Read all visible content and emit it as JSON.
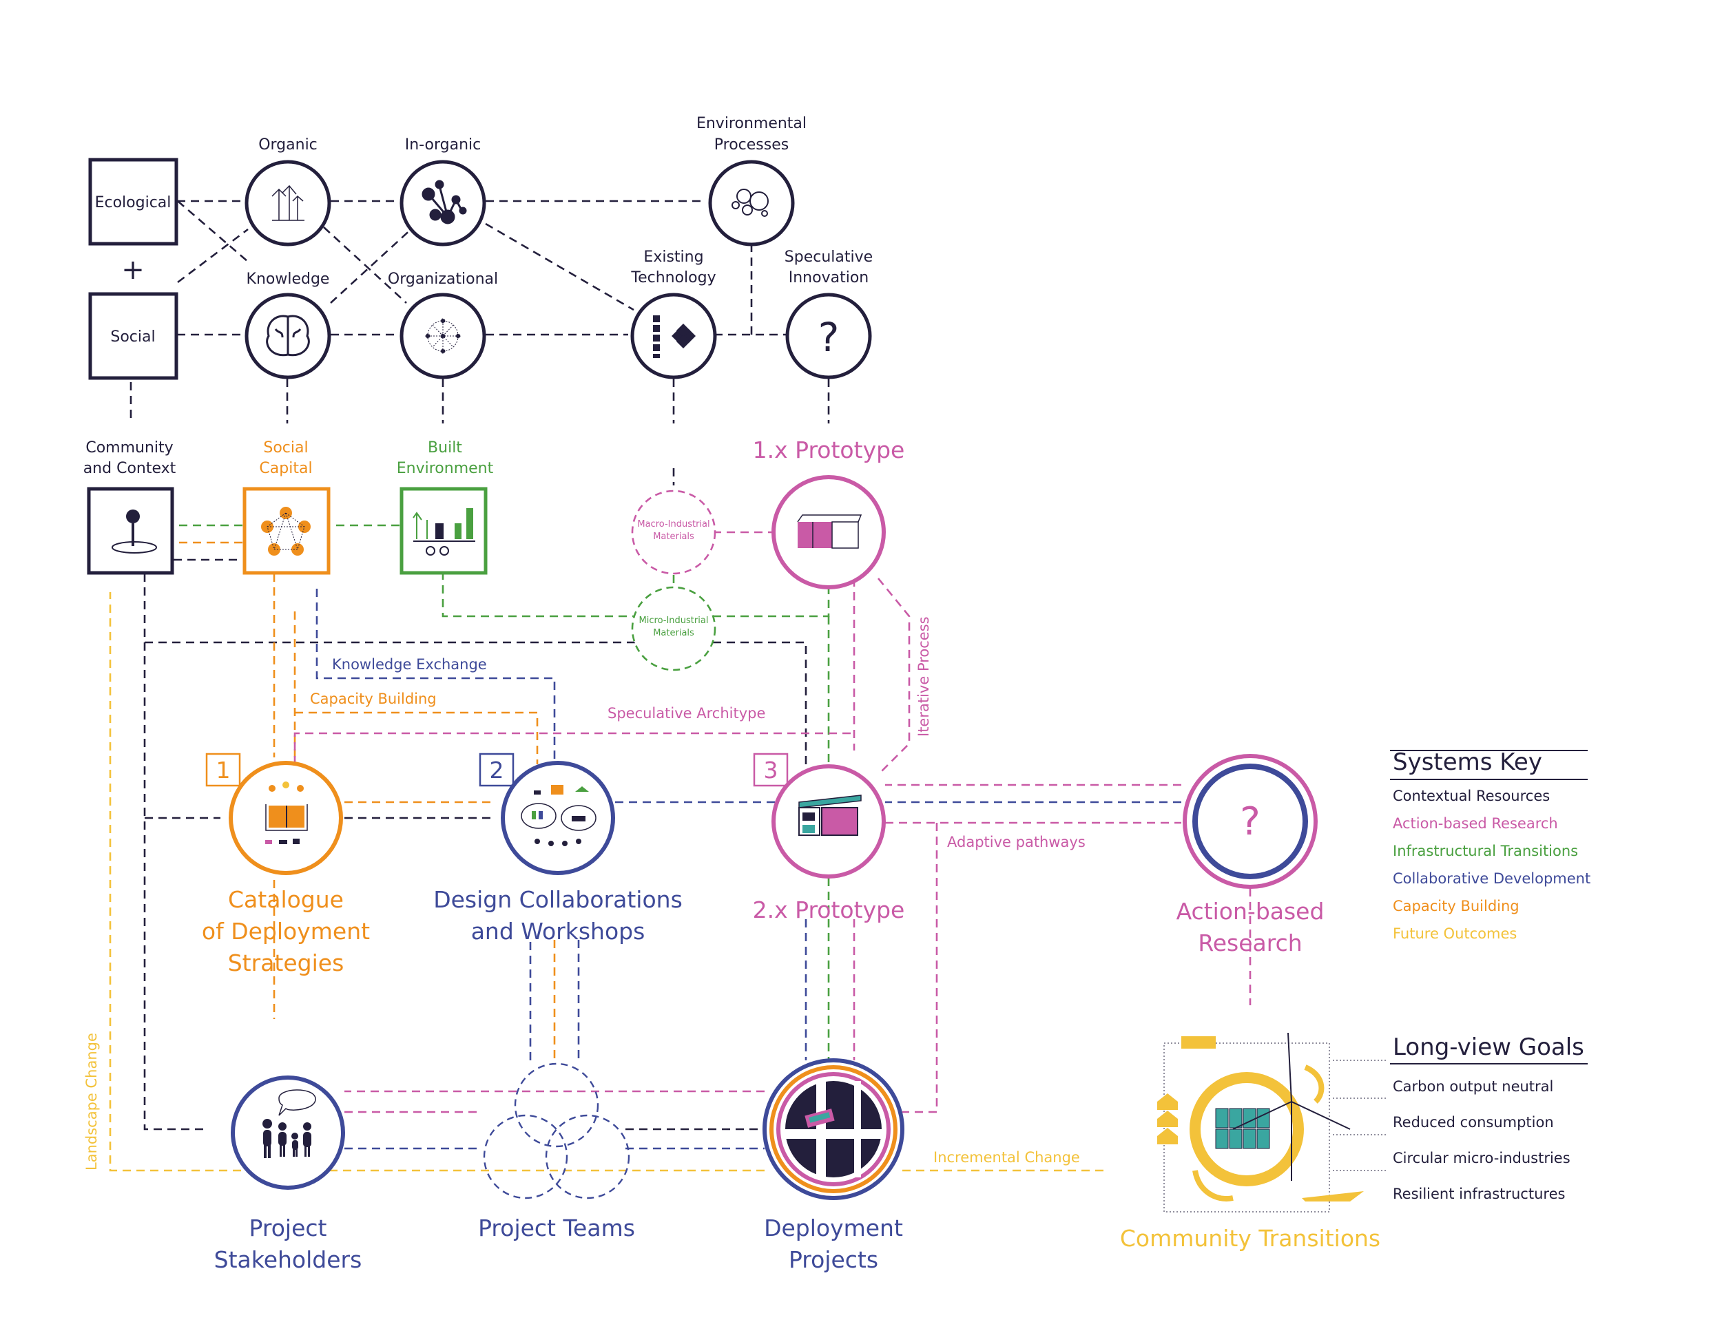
{
  "colors": {
    "navy": "#231f3c",
    "pink": "#c95aa6",
    "green": "#4aa040",
    "blue": "#3e4a99",
    "orange": "#ef8f1c",
    "yellow": "#f3c23a"
  },
  "top": {
    "ecological": "Ecological",
    "plus": "+",
    "social": "Social",
    "organic": "Organic",
    "inorganic": "In-organic",
    "knowledge": "Knowledge",
    "organizational": "Organizational",
    "env_processes_l1": "Environmental",
    "env_processes_l2": "Processes",
    "existing_tech_l1": "Existing",
    "existing_tech_l2": "Technology",
    "spec_innov_l1": "Speculative",
    "spec_innov_l2": "Innovation",
    "question": "?"
  },
  "middle": {
    "community_l1": "Community",
    "community_l2": "and Context",
    "social_capital_l1": "Social",
    "social_capital_l2": "Capital",
    "built_env_l1": "Built",
    "built_env_l2": "Environment",
    "macro_l1": "Macro-Industrial",
    "macro_l2": "Materials",
    "micro_l1": "Micro-Industrial",
    "micro_l2": "Materials",
    "prototype_1x": "1.x Prototype",
    "iterative_process": "Iterative Process",
    "knowledge_exchange": "Knowledge Exchange",
    "capacity_building": "Capacity Building",
    "speculative_architype": "Speculative Architype",
    "adaptive_pathways": "Adaptive pathways"
  },
  "lower": {
    "num1": "1",
    "num2": "2",
    "num3": "3",
    "catalogue_l1": "Catalogue",
    "catalogue_l2": "of Deployment",
    "catalogue_l3": "Strategies",
    "design_l1": "Design Collaborations",
    "design_l2": "and Workshops",
    "prototype_2x": "2.x Prototype",
    "action_l1": "Action-based",
    "action_l2": "Research",
    "question": "?",
    "stakeholders_l1": "Project",
    "stakeholders_l2": "Stakeholders",
    "teams": "Project Teams",
    "deployment_l1": "Deployment",
    "deployment_l2": "Projects",
    "community_transitions": "Community Transitions",
    "landscape_change": "Landscape Change",
    "incremental_change": "Incremental Change"
  },
  "systems_key": {
    "title": "Systems Key",
    "items": [
      {
        "label": "Contextual Resources",
        "color": "#231f3c"
      },
      {
        "label": "Action-based Research",
        "color": "#c95aa6"
      },
      {
        "label": "Infrastructural Transitions",
        "color": "#4aa040"
      },
      {
        "label": "Collaborative Development",
        "color": "#3e4a99"
      },
      {
        "label": "Capacity Building",
        "color": "#ef8f1c"
      },
      {
        "label": "Future Outcomes",
        "color": "#f3c23a"
      }
    ]
  },
  "long_view": {
    "title": "Long-view Goals",
    "items": [
      "Carbon output neutral",
      "Reduced consumption",
      "Circular micro-industries",
      "Resilient infrastructures"
    ]
  }
}
